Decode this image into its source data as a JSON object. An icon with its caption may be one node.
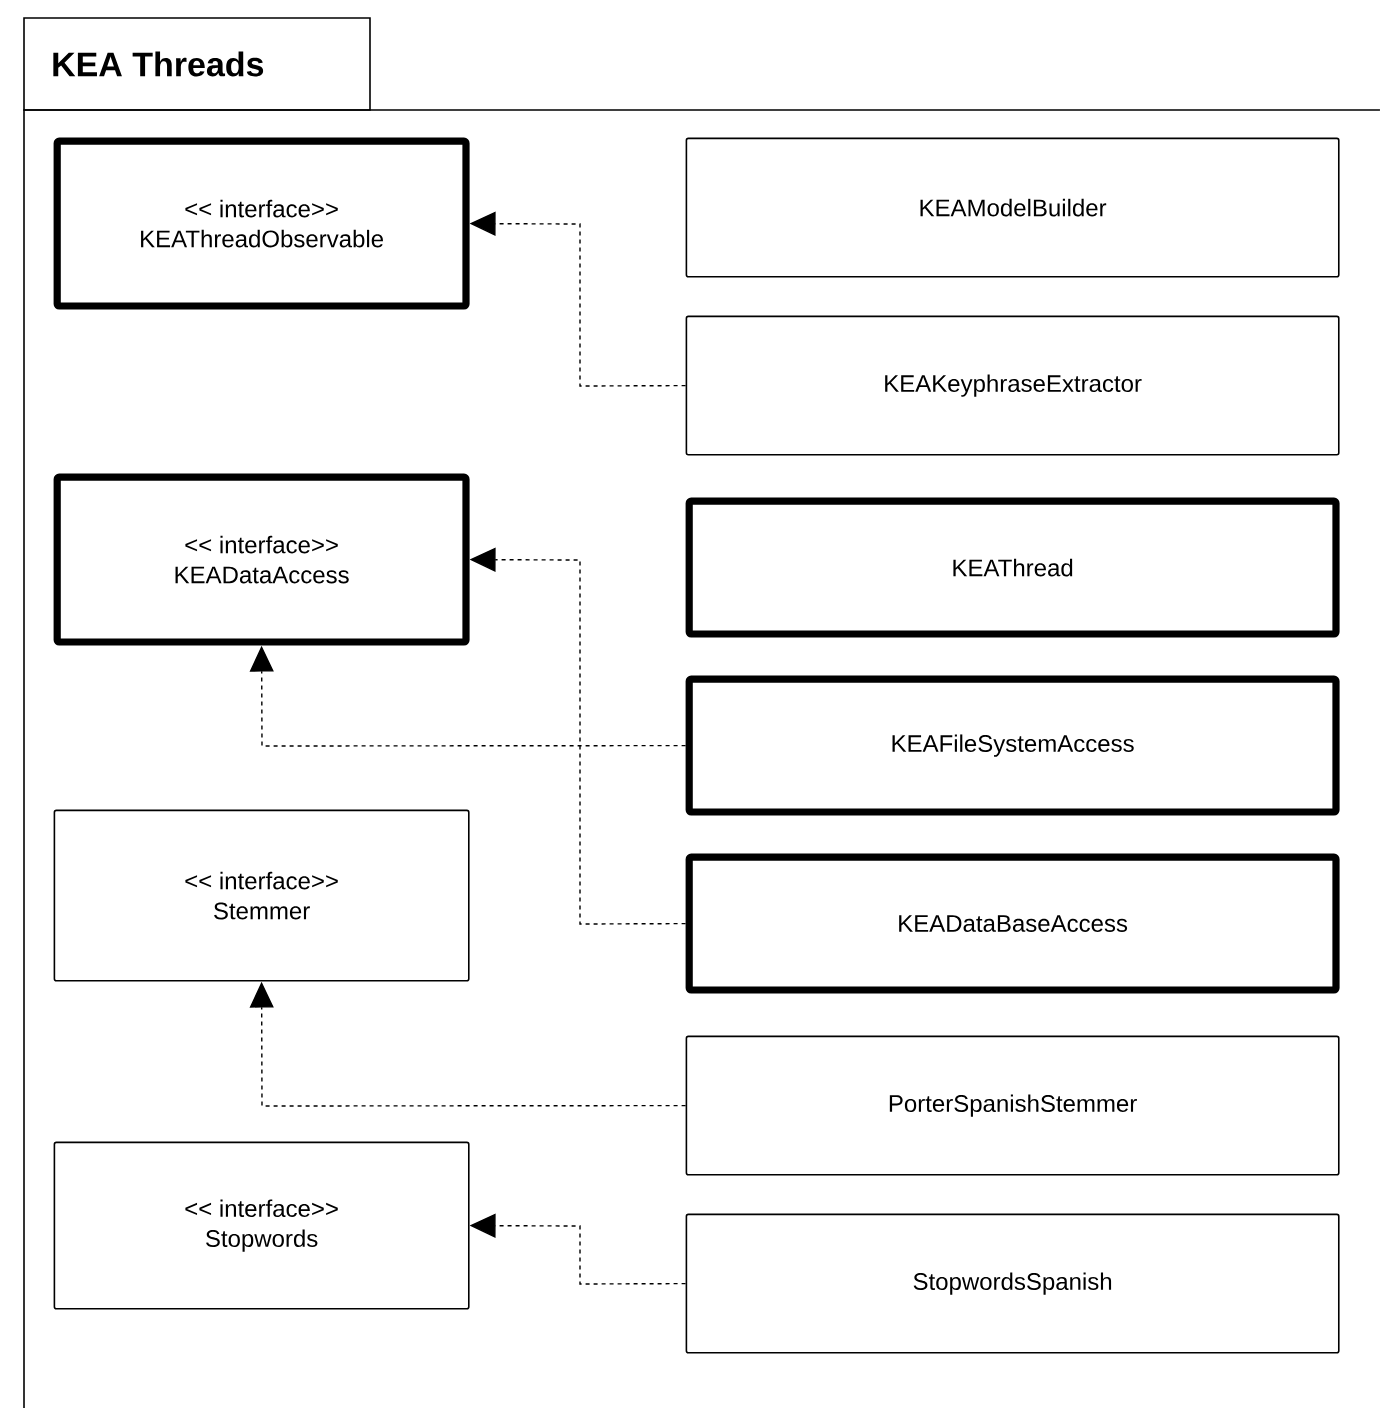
{
  "diagram": {
    "nodes": [
      {
        "text": [
          "KEA Threads"
        ]
      },
      {
        "text": [
          "<< interface>>",
          "KEAThreadObservable"
        ],
        "in": 0
      },
      {
        "text": [
          "KEAModelBuilder"
        ],
        "in": 0
      },
      {
        "text": [
          "KEAKeyphraseExtractor"
        ],
        "in": 0
      },
      {
        "text": [
          "<< interface>>",
          "KEADataAccess"
        ],
        "in": 0
      },
      {
        "text": [
          "KEAThread"
        ],
        "in": 0
      },
      {
        "text": [
          "KEAFileSystemAccess"
        ],
        "in": 0
      },
      {
        "text": [
          "KEADataBaseAccess"
        ],
        "in": 0
      },
      {
        "text": [
          "<< interface>>",
          "Stemmer"
        ],
        "in": 0
      },
      {
        "text": [
          "PorterSpanishStemmer"
        ],
        "in": 0
      },
      {
        "text": [
          "<< interface>>",
          "Stopwords"
        ],
        "in": 0
      },
      {
        "text": [
          "StopwordsSpanish"
        ],
        "in": 0
      }
    ],
    "edges": [
      {
        "from": 3,
        "to": 1,
        "arrow": "to",
        "style": "dashed"
      },
      {
        "from": 6,
        "to": 4,
        "arrow": "to",
        "style": "dashed"
      },
      {
        "from": 7,
        "to": 4,
        "arrow": "to",
        "style": "dashed"
      },
      {
        "from": 9,
        "to": 8,
        "arrow": "to",
        "style": "dashed"
      },
      {
        "from": 11,
        "to": 10,
        "arrow": "to",
        "style": "dashed"
      }
    ]
  }
}
